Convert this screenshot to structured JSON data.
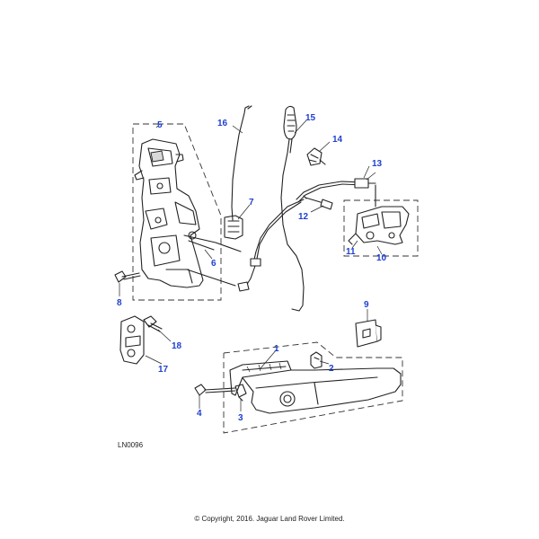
{
  "diagram": {
    "callouts": {
      "c1": "1",
      "c2": "2",
      "c3": "3",
      "c4": "4",
      "c5": "5",
      "c6": "6",
      "c7": "7",
      "c8": "8",
      "c9": "9",
      "c10": "10",
      "c11": "11",
      "c12": "12",
      "c13": "13",
      "c14": "14",
      "c15": "15",
      "c16": "16",
      "c17": "17",
      "c18": "18"
    },
    "drawing_code": "LN0096",
    "callout_color": "#1f3fd1"
  },
  "footer": {
    "copyright": "© Copyright, 2016. Jaguar Land Rover Limited."
  }
}
